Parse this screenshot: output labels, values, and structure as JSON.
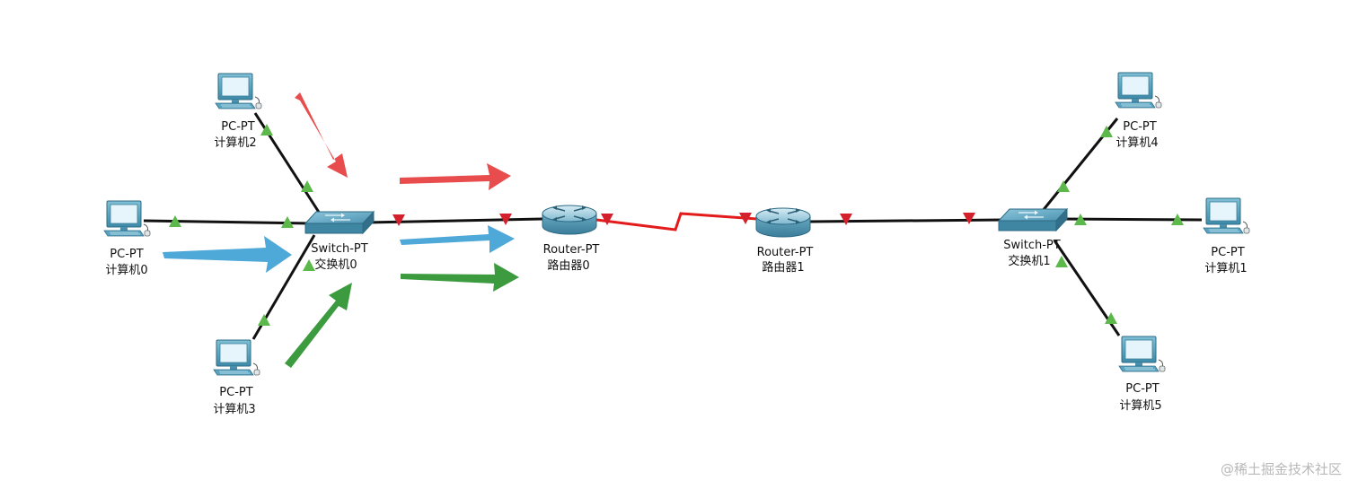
{
  "devices": {
    "pc2": {
      "type": "PC-PT",
      "name": "计算机2"
    },
    "pc0": {
      "type": "PC-PT",
      "name": "计算机0"
    },
    "pc3": {
      "type": "PC-PT",
      "name": "计算机3"
    },
    "sw0": {
      "type": "Switch-PT",
      "name": "交换机0"
    },
    "r0": {
      "type": "Router-PT",
      "name": "路由器0"
    },
    "r1": {
      "type": "Router-PT",
      "name": "路由器1"
    },
    "sw1": {
      "type": "Switch-PT",
      "name": "交换机1"
    },
    "pc4": {
      "type": "PC-PT",
      "name": "计算机4"
    },
    "pc1": {
      "type": "PC-PT",
      "name": "计算机1"
    },
    "pc5": {
      "type": "PC-PT",
      "name": "计算机5"
    }
  },
  "colors": {
    "link": "#111111",
    "serial_link": "#e31b1b",
    "port_up": "#5cb84a",
    "port_down": "#d4202c",
    "arrow_red": "#e84c4c",
    "arrow_blue": "#4ea8d8",
    "arrow_green": "#3c9b3f"
  },
  "watermark": "@稀土掘金技术社区"
}
